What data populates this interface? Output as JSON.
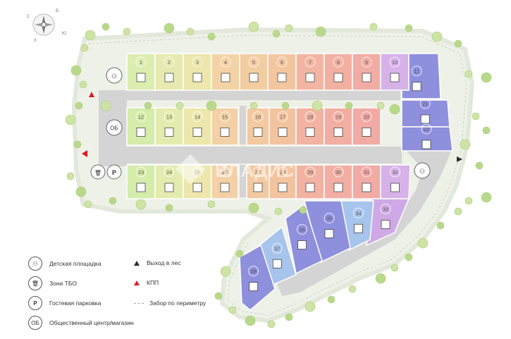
{
  "compass": {
    "n": "С",
    "e": "В",
    "s": "Ю",
    "w": "З"
  },
  "watermark": "ВЛАДИС",
  "public_center_label": "ОБ",
  "plots": [
    {
      "num": "1",
      "color": "#dcedb0"
    },
    {
      "num": "2",
      "color": "#e6eab0"
    },
    {
      "num": "3",
      "color": "#ede6ad"
    },
    {
      "num": "4",
      "color": "#f3d3a6"
    },
    {
      "num": "5",
      "color": "#f3cda2"
    },
    {
      "num": "6",
      "color": "#f3c6a0"
    },
    {
      "num": "7",
      "color": "#f2b5a3"
    },
    {
      "num": "8",
      "color": "#f2b0a2"
    },
    {
      "num": "9",
      "color": "#f1aca3"
    },
    {
      "num": "10",
      "color": "#d7b2e8"
    },
    {
      "num": "11",
      "color": "#8e90dd"
    },
    {
      "num": "12",
      "color": "#d5ecaa"
    },
    {
      "num": "13",
      "color": "#e4ebae"
    },
    {
      "num": "14",
      "color": "#ede7ac"
    },
    {
      "num": "15",
      "color": "#f3d0a5"
    },
    {
      "num": "16",
      "color": "#f3c9a1"
    },
    {
      "num": "17",
      "color": "#f3c39f"
    },
    {
      "num": "18",
      "color": "#f2b3a2"
    },
    {
      "num": "19",
      "color": "#f2aea3"
    },
    {
      "num": "20",
      "color": "#f1aaa4"
    },
    {
      "num": "21",
      "color": "#8e90dd"
    },
    {
      "num": "22",
      "color": "#8e90dd"
    },
    {
      "num": "23",
      "color": "#d5ecaa"
    },
    {
      "num": "24",
      "color": "#e4ebae"
    },
    {
      "num": "25",
      "color": "#ede7ac"
    },
    {
      "num": "26",
      "color": "#f3d0a5"
    },
    {
      "num": "27",
      "color": "#f3c9a1"
    },
    {
      "num": "28",
      "color": "#f3c39f"
    },
    {
      "num": "29",
      "color": "#f2b3a2"
    },
    {
      "num": "30",
      "color": "#f2aea3"
    },
    {
      "num": "31",
      "color": "#f1aaa4"
    },
    {
      "num": "32",
      "color": "#d7b2e8"
    },
    {
      "num": "33",
      "color": "#cfa9e6"
    },
    {
      "num": "34",
      "color": "#a7c4ec"
    },
    {
      "num": "35",
      "color": "#8e90dd"
    },
    {
      "num": "36",
      "color": "#8e90dd"
    },
    {
      "num": "37",
      "color": "#a7c4ec"
    },
    {
      "num": "38",
      "color": "#8e90dd"
    }
  ],
  "legend": [
    {
      "key": "playground",
      "icon": "playground-icon",
      "label": "Детская площадка"
    },
    {
      "key": "exit",
      "icon": "exit-forest-icon",
      "label": "Выход в лес"
    },
    {
      "key": "tbo",
      "icon": "trash-icon",
      "label": "Зона ТБО"
    },
    {
      "key": "kpp",
      "icon": "checkpoint-icon",
      "label": "КПП"
    },
    {
      "key": "parking",
      "icon": "parking-icon",
      "label": "Гостевая парковка"
    },
    {
      "key": "fence",
      "icon": "fence-icon",
      "label": "Забор по периметру"
    },
    {
      "key": "center",
      "icon": "public-center-icon",
      "label": "Общественный центр/магазин"
    }
  ],
  "legend_symbols": {
    "tbo": "🗑",
    "parking": "P",
    "center": "ОБ",
    "playground": "⚇"
  },
  "colors": {
    "road": "#d4d4d4",
    "border": "#e9eee2",
    "exit": "#2b2b2b",
    "kpp": "#e01b1b",
    "blue": "#8e90dd"
  }
}
